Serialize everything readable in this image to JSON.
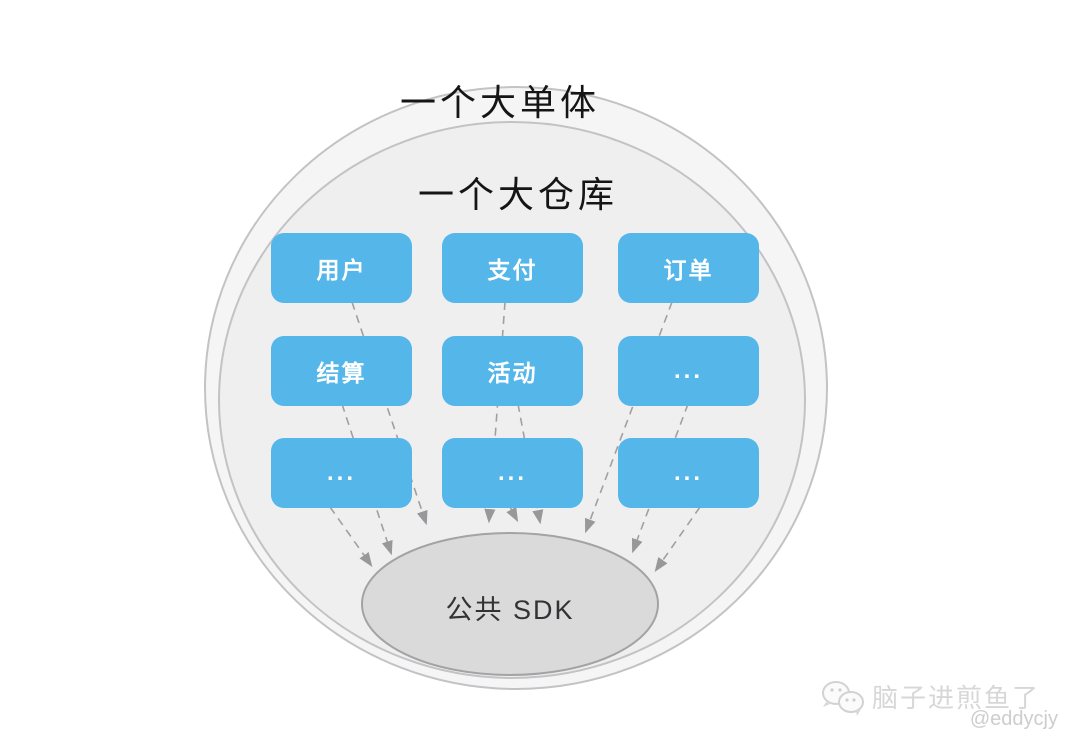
{
  "diagram": {
    "outer_label": "一个大单体",
    "inner_label": "一个大仓库",
    "sdk_label": "公共 SDK",
    "modules": [
      {
        "label": "用户"
      },
      {
        "label": "支付"
      },
      {
        "label": "订单"
      },
      {
        "label": "结算"
      },
      {
        "label": "活动"
      },
      {
        "label": "..."
      },
      {
        "label": "..."
      },
      {
        "label": "..."
      },
      {
        "label": "..."
      }
    ],
    "connections": [
      {
        "from": "用户",
        "to": "公共 SDK",
        "style": "dashed-arrow"
      },
      {
        "from": "支付",
        "to": "公共 SDK",
        "style": "dashed-arrow"
      },
      {
        "from": "订单",
        "to": "公共 SDK",
        "style": "dashed-arrow"
      },
      {
        "from": "结算",
        "to": "公共 SDK",
        "style": "dashed-arrow"
      },
      {
        "from": "活动",
        "to": "公共 SDK",
        "style": "dashed-arrow"
      },
      {
        "from": "...",
        "to": "公共 SDK",
        "style": "dashed-arrow"
      }
    ],
    "colors": {
      "module_blue": "#55b6e9",
      "module_text": "#ffffff",
      "outer_ellipse_fill": "#f5f5f6",
      "inner_ellipse_fill": "#efeff0",
      "ellipse_stroke": "#c3c3c5",
      "sdk_ellipse_fill": "#dadadb",
      "sdk_ellipse_stroke": "#a3a3a5",
      "arrow_gray": "#a0a0a2",
      "title_text": "#151515"
    }
  },
  "watermark": {
    "name": "脑子进煎鱼了",
    "handle": "@eddycjy"
  }
}
